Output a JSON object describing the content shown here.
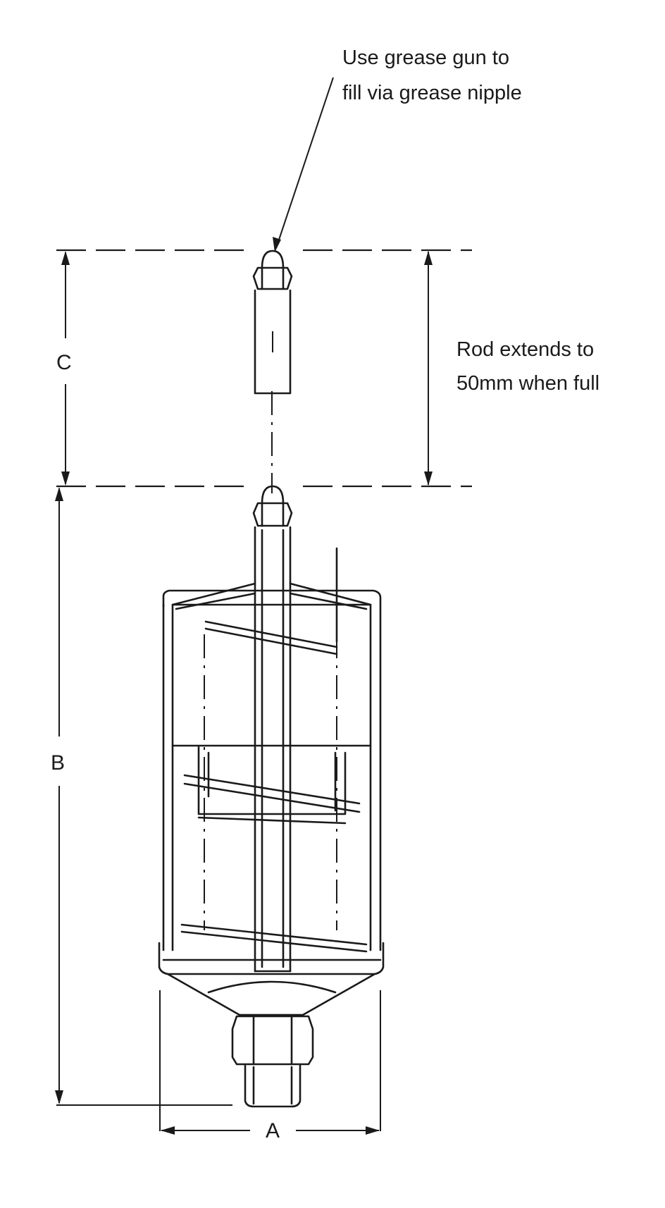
{
  "annotations": {
    "nipple_note_line1": "Use grease gun to",
    "nipple_note_line2": "fill via grease nipple",
    "rod_note_line1": "Rod extends to",
    "rod_note_line2": "50mm when full"
  },
  "dimensions": {
    "a": "A",
    "b": "B",
    "c": "C"
  },
  "colors": {
    "ink": "#1a1a1a",
    "paper": "#ffffff"
  }
}
